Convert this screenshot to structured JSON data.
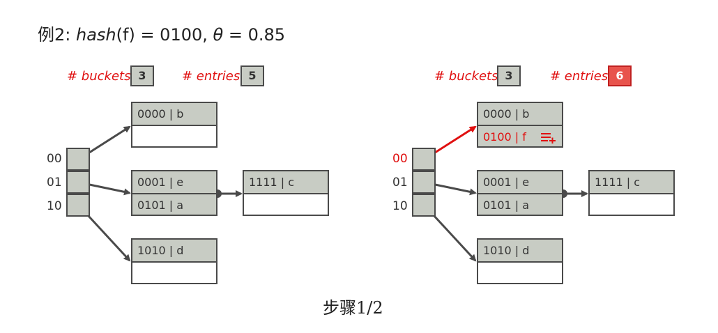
{
  "title": {
    "prefix": "例2: ",
    "func": "hash",
    "arg": "(f)",
    "eq": " = 0100, ",
    "theta": "θ",
    "theta_val": " = 0.85"
  },
  "step_label": "步骤1/2",
  "left": {
    "buckets_label": "# buckets",
    "buckets_value": "3",
    "entries_label": "# entries",
    "entries_value": "5",
    "directory": [
      "00",
      "01",
      "10"
    ],
    "bucket_a": [
      "0000 | b",
      ""
    ],
    "bucket_b": [
      "0001 | e",
      "0101 | a"
    ],
    "bucket_c": [
      "1111 | c",
      ""
    ],
    "bucket_d": [
      "1010 | d",
      ""
    ]
  },
  "right": {
    "buckets_label": "# buckets",
    "buckets_value": "3",
    "entries_label": "# entries",
    "entries_value": "6",
    "directory": [
      "00",
      "01",
      "10"
    ],
    "bucket_a": [
      "0000 | b",
      "0100 | f"
    ],
    "bucket_b": [
      "0001 | e",
      "0101 | a"
    ],
    "bucket_c": [
      "1111 | c",
      ""
    ],
    "bucket_d": [
      "1010 | d",
      ""
    ]
  },
  "colors": {
    "highlight": "#e01010",
    "cell_fill": "#c8ccc4",
    "arrow": "#4a4a4a"
  }
}
